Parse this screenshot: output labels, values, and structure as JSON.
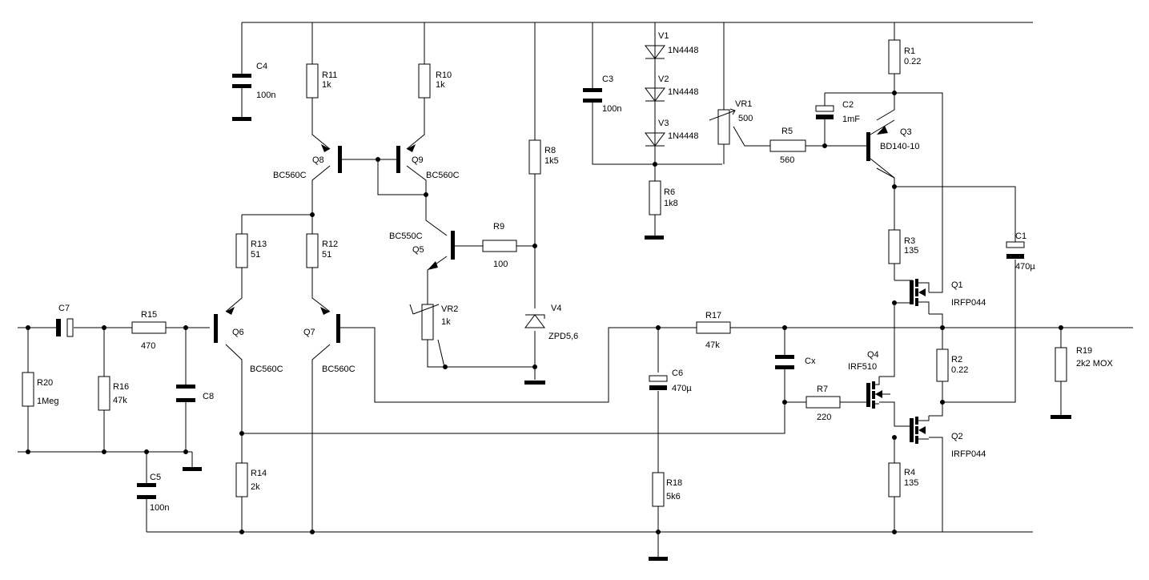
{
  "components": {
    "R1": {
      "name": "R1",
      "value": "0.22"
    },
    "R2": {
      "name": "R2",
      "value": "0.22"
    },
    "R3": {
      "name": "R3",
      "value": "135"
    },
    "R4": {
      "name": "R4",
      "value": "135"
    },
    "R5": {
      "name": "R5",
      "value": "560"
    },
    "R6": {
      "name": "R6",
      "value": "1k8"
    },
    "R7": {
      "name": "R7",
      "value": "220"
    },
    "R8": {
      "name": "R8",
      "value": "1k5"
    },
    "R9": {
      "name": "R9",
      "value": "100"
    },
    "R10": {
      "name": "R10",
      "value": "1k"
    },
    "R11": {
      "name": "R11",
      "value": "1k"
    },
    "R12": {
      "name": "R12",
      "value": "51"
    },
    "R13": {
      "name": "R13",
      "value": "51"
    },
    "R14": {
      "name": "R14",
      "value": "2k"
    },
    "R15": {
      "name": "R15",
      "value": "470"
    },
    "R16": {
      "name": "R16",
      "value": "47k"
    },
    "R17": {
      "name": "R17",
      "value": "47k"
    },
    "R18": {
      "name": "R18",
      "value": "5k6"
    },
    "R19": {
      "name": "R19",
      "value": "2k2 MOX"
    },
    "R20": {
      "name": "R20",
      "value": "1Meg"
    },
    "C1": {
      "name": "C1",
      "value": "470µ"
    },
    "C2": {
      "name": "C2",
      "value": "1mF"
    },
    "C3": {
      "name": "C3",
      "value": "100n"
    },
    "C4": {
      "name": "C4",
      "value": "100n"
    },
    "C5": {
      "name": "C5",
      "value": "100n"
    },
    "C6": {
      "name": "C6",
      "value": "470µ"
    },
    "C7": {
      "name": "C7",
      "value": ""
    },
    "C8": {
      "name": "C8",
      "value": ""
    },
    "Cx": {
      "name": "Cx",
      "value": ""
    },
    "VR1": {
      "name": "VR1",
      "value": "500"
    },
    "VR2": {
      "name": "VR2",
      "value": "1k"
    },
    "V1": {
      "name": "V1",
      "value": "1N4448"
    },
    "V2": {
      "name": "V2",
      "value": "1N4448"
    },
    "V3": {
      "name": "V3",
      "value": "1N4448"
    },
    "V4": {
      "name": "V4",
      "value": "ZPD5,6"
    },
    "Q1": {
      "name": "Q1",
      "value": "IRFP044"
    },
    "Q2": {
      "name": "Q2",
      "value": "IRFP044"
    },
    "Q3": {
      "name": "Q3",
      "value": "BD140-10"
    },
    "Q4": {
      "name": "Q4",
      "value": "IRF510"
    },
    "Q5": {
      "name": "Q5",
      "value": "BC550C"
    },
    "Q6": {
      "name": "Q6",
      "value": "BC560C"
    },
    "Q7": {
      "name": "Q7",
      "value": "BC560C"
    },
    "Q8": {
      "name": "Q8",
      "value": "BC560C"
    },
    "Q9": {
      "name": "Q9",
      "value": "BC560C"
    }
  }
}
